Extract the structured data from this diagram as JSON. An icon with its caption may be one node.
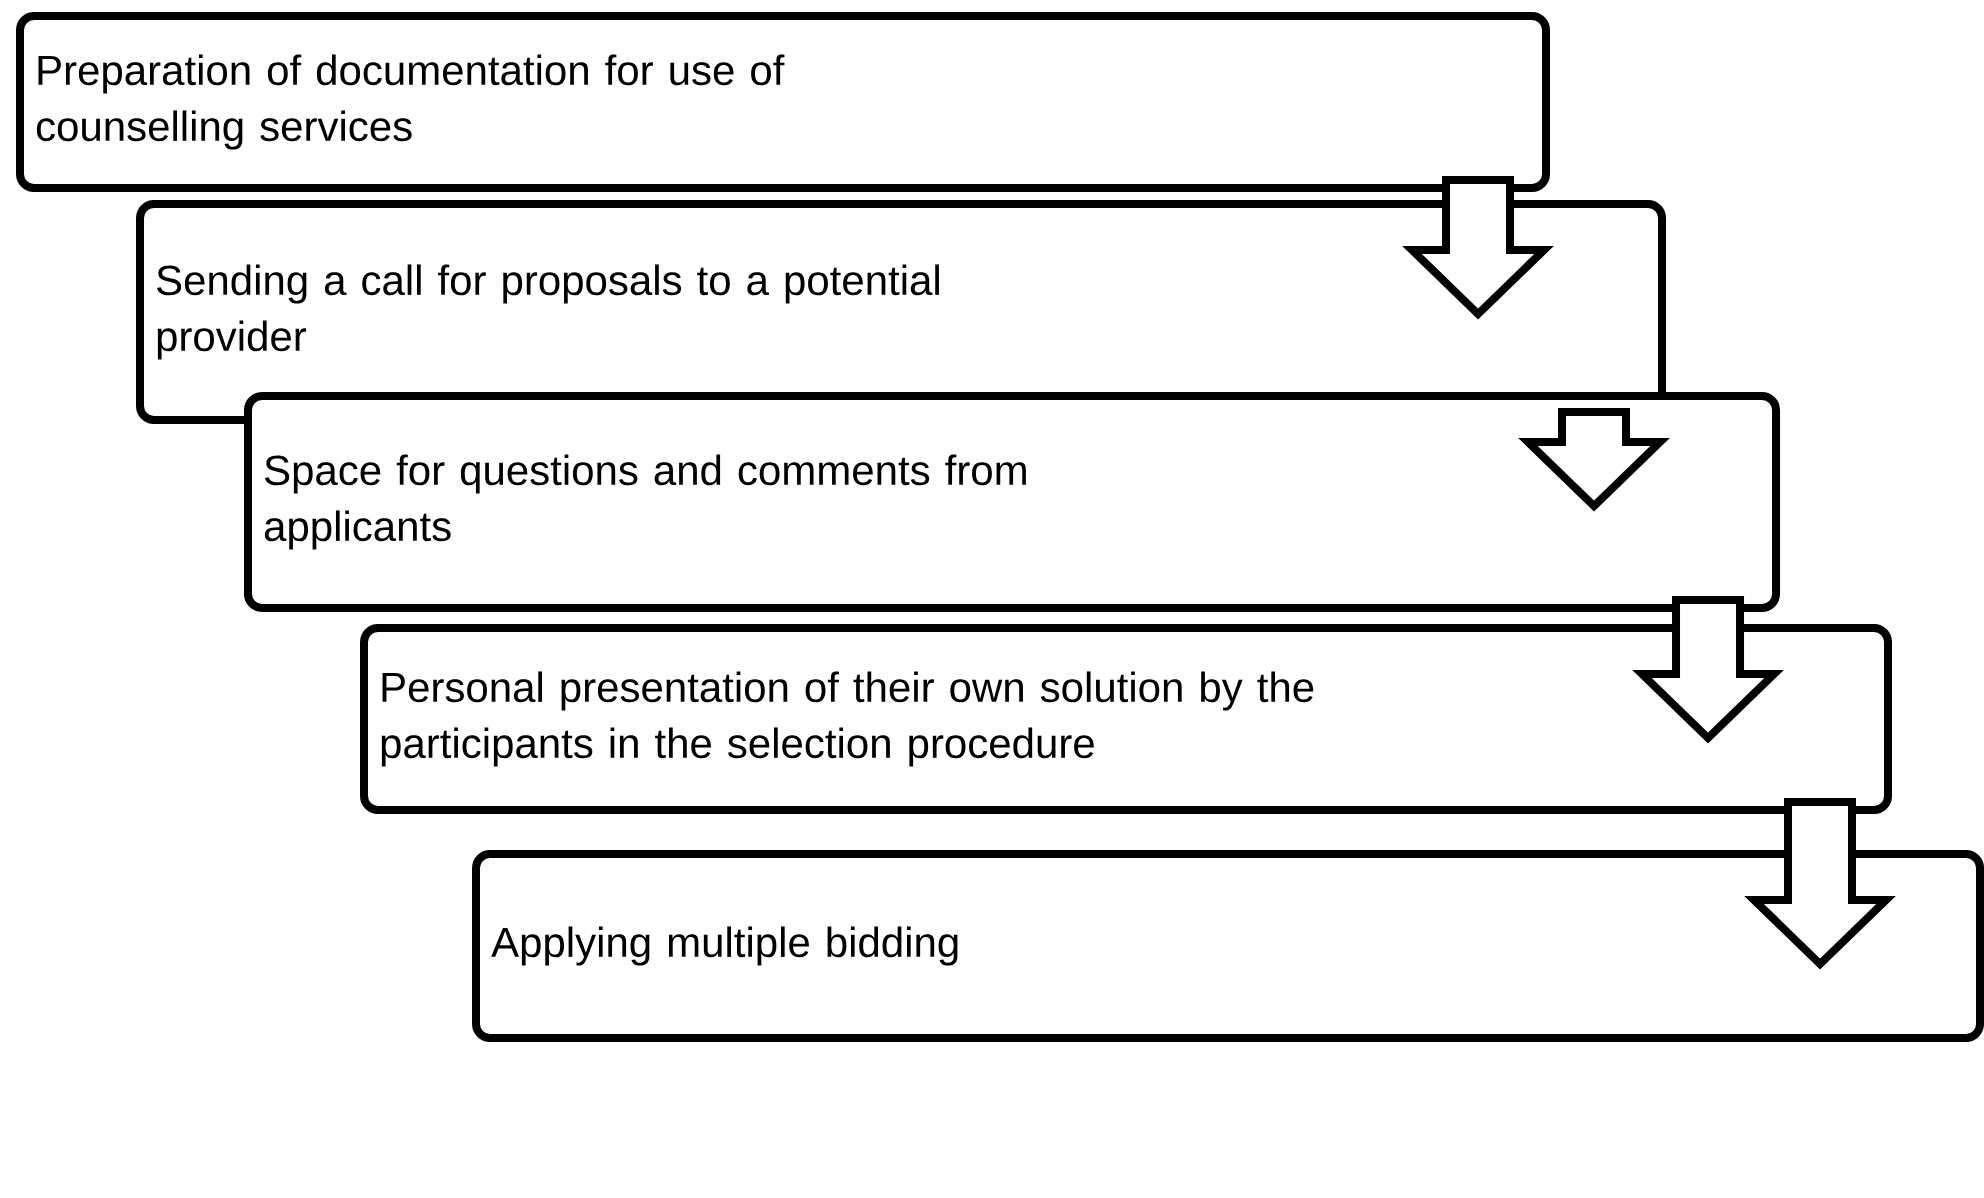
{
  "diagram": {
    "nodes": [
      {
        "text": [
          "Preparation of documentation for use of counselling services"
        ]
      },
      {
        "text": [
          "Sending a call for proposals to a potential provider"
        ]
      },
      {
        "text": [
          "Space for questions and comments from applicants"
        ]
      },
      {
        "text": [
          "Personal presentation of their own solution by the participants in the selection procedure"
        ]
      },
      {
        "text": [
          "Applying multiple bidding"
        ]
      }
    ],
    "edges": [
      {
        "from": 0,
        "to": 1,
        "arrow": "to"
      },
      {
        "from": 1,
        "to": 2,
        "arrow": "to"
      },
      {
        "from": 2,
        "to": 3,
        "arrow": "to"
      },
      {
        "from": 3,
        "to": 4,
        "arrow": "to"
      }
    ]
  }
}
